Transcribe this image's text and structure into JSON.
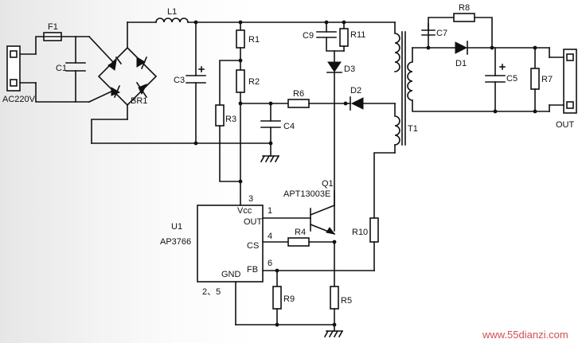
{
  "input_label": "AC220V",
  "output_label": "OUT",
  "ic": {
    "ref": "U1",
    "part": "AP3766",
    "pins": {
      "vcc": "Vcc",
      "out": "OUT",
      "cs": "CS",
      "fb": "FB",
      "gnd": "GND"
    },
    "pin_numbers": {
      "vcc": "3",
      "out": "1",
      "cs": "4",
      "fb": "6",
      "gnd": "2、5"
    }
  },
  "transistor": {
    "ref": "Q1",
    "part": "APT13003E"
  },
  "transformer": {
    "ref": "T1"
  },
  "components": {
    "F1": "F1",
    "L1": "L1",
    "BR1": "BR1",
    "C1": "C1",
    "C3": "C3",
    "C4": "C4",
    "C5": "C5",
    "C7": "C7",
    "C9": "C9",
    "R1": "R1",
    "R2": "R2",
    "R3": "R3",
    "R4": "R4",
    "R5": "R5",
    "R6": "R6",
    "R7": "R7",
    "R8": "R8",
    "R9": "R9",
    "R10": "R10",
    "R11": "R11",
    "D1": "D1",
    "D2": "D2",
    "D3": "D3"
  },
  "watermark": "www.55dianzi.com"
}
